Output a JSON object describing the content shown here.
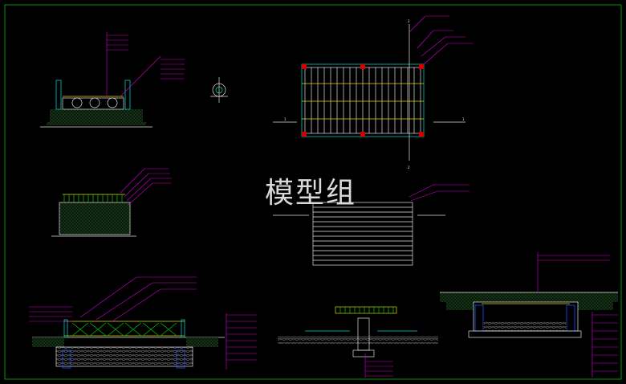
{
  "watermark": "模型组",
  "drawing": {
    "background": "#000000",
    "frame_color": "#00c000",
    "section_marks": [
      "1",
      "1",
      "2",
      "2"
    ]
  }
}
